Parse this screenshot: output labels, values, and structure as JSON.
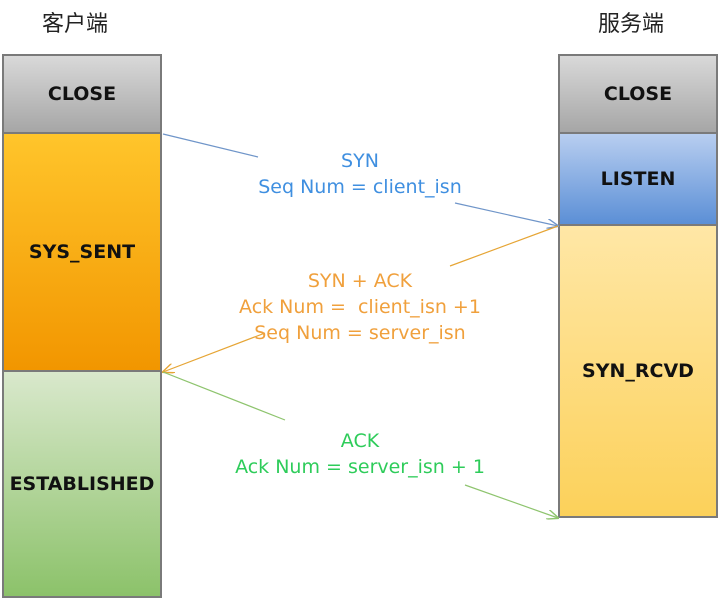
{
  "columns": {
    "client": "客户端",
    "server": "服务端"
  },
  "client_states": {
    "close": "CLOSE",
    "syn_sent": "SYS_SENT",
    "established": "ESTABLISHED"
  },
  "server_states": {
    "close": "CLOSE",
    "listen": "LISTEN",
    "syn_rcvd": "SYN_RCVD"
  },
  "messages": {
    "syn": {
      "line1": "SYN",
      "line2": "Seq Num = client_isn",
      "color": "#3f8fe0"
    },
    "syn_ack": {
      "line1": "SYN + ACK",
      "line2": "Ack Num =  client_isn +1",
      "line3": "Seq Num = server_isn",
      "color": "#f0a03c"
    },
    "ack": {
      "line1": "ACK",
      "line2": "Ack Num = server_isn + 1",
      "color": "#2ecc5a"
    }
  },
  "arrow_colors": {
    "syn": "#6f95c9",
    "syn_ack": "#e6a535",
    "ack": "#8ec46e"
  }
}
